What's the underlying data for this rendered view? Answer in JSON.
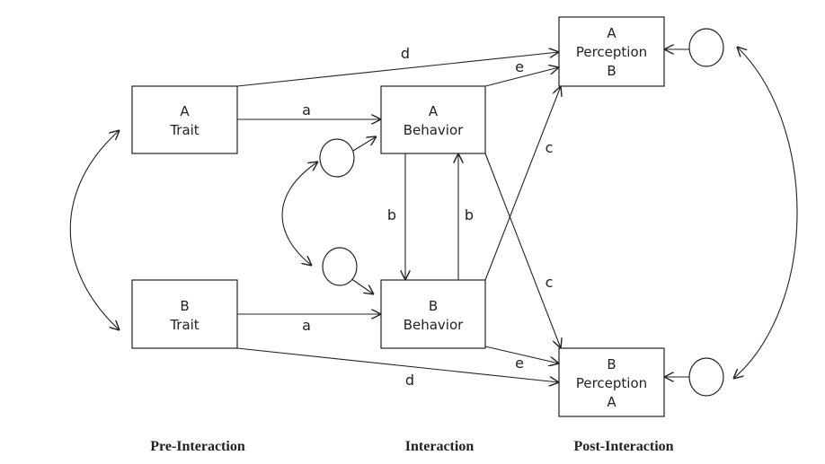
{
  "nodes": {
    "a_trait": [
      "A",
      "Trait"
    ],
    "b_trait": [
      "B",
      "Trait"
    ],
    "a_behavior": [
      "A",
      "Behavior"
    ],
    "b_behavior": [
      "B",
      "Behavior"
    ],
    "a_perception": [
      "A",
      "Perception",
      "B"
    ],
    "b_perception": [
      "B",
      "Perception",
      "A"
    ]
  },
  "edge_labels": {
    "a_top": "a",
    "a_bottom": "a",
    "b_left": "b",
    "b_right": "b",
    "c_top": "c",
    "c_bottom": "c",
    "d_top": "d",
    "d_bottom": "d",
    "e_top": "e",
    "e_bottom": "e"
  },
  "phases": {
    "pre": "Pre-Interaction",
    "interaction": "Interaction",
    "post": "Post-Interaction"
  },
  "colors": {
    "stroke": "#222222",
    "background": "#ffffff"
  }
}
